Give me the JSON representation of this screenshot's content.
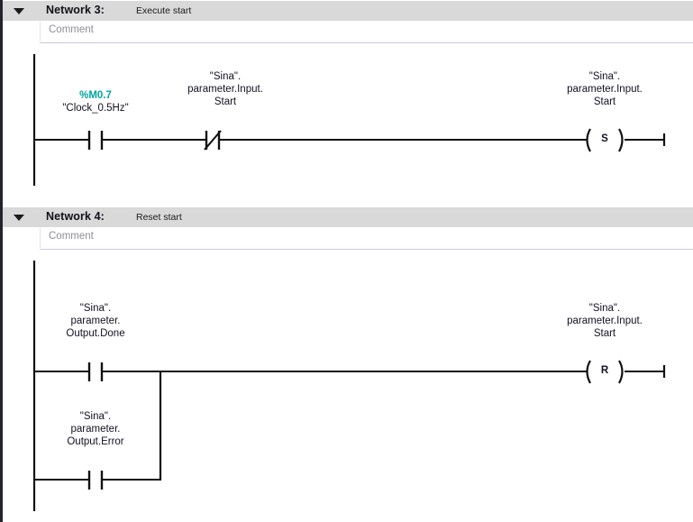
{
  "editor": {
    "type": "ladder-logic-lad",
    "comment_placeholder": "Comment"
  },
  "networks": [
    {
      "label": "Network 3:",
      "title": "Execute start",
      "comment": "Comment",
      "collapse_icon": "triangle-down-icon",
      "rungs": [
        {
          "elements": [
            {
              "kind": "contact-no",
              "address": "%M0.7",
              "symbol": "\"Clock_0.5Hz\"",
              "lines": [
                "%M0.7",
                "\"Clock_0.5Hz\""
              ]
            },
            {
              "kind": "contact-nc",
              "address": "",
              "symbol": "\"Sina\".parameter.Input.Start",
              "lines": [
                "\"Sina\".",
                "parameter.Input.",
                "Start"
              ]
            },
            {
              "kind": "coil-set",
              "letter": "S",
              "address": "",
              "symbol": "\"Sina\".parameter.Input.Start",
              "lines": [
                "\"Sina\".",
                "parameter.Input.",
                "Start"
              ]
            }
          ]
        }
      ]
    },
    {
      "label": "Network 4:",
      "title": "Reset start",
      "comment": "Comment",
      "collapse_icon": "triangle-down-icon",
      "rungs": [
        {
          "elements": [
            {
              "kind": "contact-no",
              "address": "",
              "symbol": "\"Sina\".parameter.Output.Done",
              "lines": [
                "\"Sina\".",
                "parameter.",
                "Output.Done"
              ]
            },
            {
              "kind": "coil-reset",
              "letter": "R",
              "address": "",
              "symbol": "\"Sina\".parameter.Input.Start",
              "lines": [
                "\"Sina\".",
                "parameter.Input.",
                "Start"
              ]
            }
          ],
          "branch": {
            "elements": [
              {
                "kind": "contact-no",
                "address": "",
                "symbol": "\"Sina\".parameter.Output.Error",
                "lines": [
                  "\"Sina\".",
                  "parameter.",
                  "Output.Error"
                ]
              }
            ]
          }
        }
      ]
    }
  ],
  "colors": {
    "header_bar": "#d9d9d9",
    "address_teal": "#00a3a3",
    "wire": "#111111",
    "comment_grey": "#8d8d96",
    "rule_blue": "#c9c9de",
    "window_edge": "#23232e"
  }
}
